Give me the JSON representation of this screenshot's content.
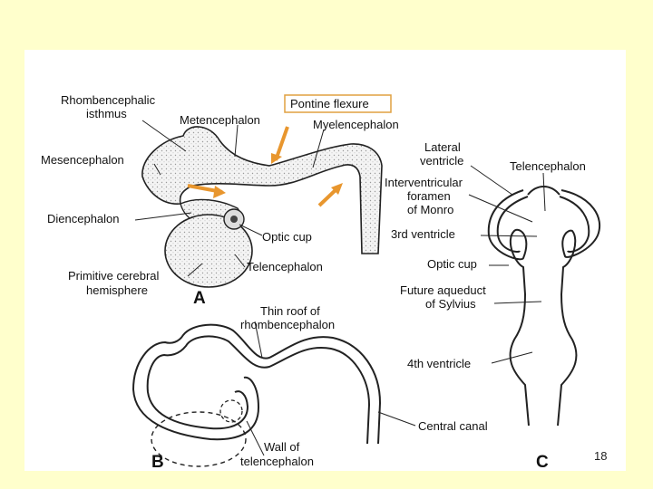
{
  "colors": {
    "slide_bg": "#ffffcc",
    "panel_bg": "#ffffff",
    "arrow": "#e8962e",
    "ink": "#111111"
  },
  "labels": {
    "rhomb1": "Rhombencephalic",
    "rhomb2": "isthmus",
    "pontine": "Pontine flexure",
    "metencephalon": "Metencephalon",
    "myelencephalon": "Myelencephalon",
    "mesencephalon": "Mesencephalon",
    "diencephalon": "Diencephalon",
    "optic_cup_a": "Optic cup",
    "telencephalon_a": "Telencephalon",
    "prim1": "Primitive cerebral",
    "prim2": "hemisphere",
    "lateral1": "Lateral",
    "lateral2": "ventricle",
    "telencephalon_c": "Telencephalon",
    "inter1": "Interventricular",
    "inter2": "foramen",
    "inter3": "of Monro",
    "third_ventricle": "3rd ventricle",
    "optic_cup_c": "Optic cup",
    "aqueduct1": "Future aqueduct",
    "aqueduct2": "of Sylvius",
    "fourth_ventricle": "4th ventricle",
    "thin1": "Thin roof of",
    "thin2": "rhombencephalon",
    "central_canal": "Central canal",
    "wall1": "Wall of",
    "wall2": "telencephalon"
  },
  "panels": {
    "a": "A",
    "b": "B",
    "c": "C"
  },
  "page_number": "18"
}
